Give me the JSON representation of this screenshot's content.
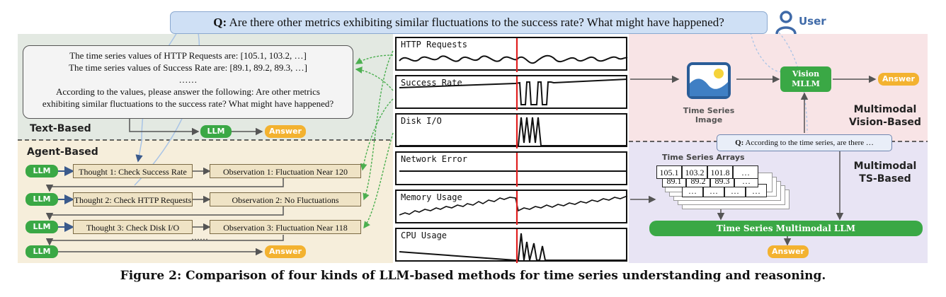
{
  "question": {
    "prefix": "Q:",
    "text": "Are there other metrics exhibiting similar fluctuations to the success rate? What might have happened?"
  },
  "user_label": "User",
  "text_based": {
    "title": "Text-Based",
    "prompt_lines": [
      "The time series values of HTTP Requests are: [105.1, 103.2, …]",
      "The time series values of Success Rate are: [89.1, 89.2, 89.3, …]",
      "……",
      "According to the values, please answer the following: Are other metrics",
      "exhibiting similar fluctuations to the success rate? What might have happened?"
    ],
    "llm": "LLM",
    "answer": "Answer"
  },
  "agent_based": {
    "title": "Agent-Based",
    "llm": "LLM",
    "answer": "Answer",
    "rows": [
      {
        "thought": "Thought 1: Check Success Rate",
        "observation": "Observation 1: Fluctuation Near 120"
      },
      {
        "thought": "Thought 2: Check HTTP Requests",
        "observation": "Observation 2: No Fluctuations"
      },
      {
        "thought": "Thought 3: Check Disk I/O",
        "observation": "Observation 3: Fluctuation Near 118"
      }
    ],
    "ellipsis": "……"
  },
  "charts": [
    "HTTP Requests",
    "Success Rate",
    "Disk I/O",
    "Network Error",
    "Memory Usage",
    "CPU Usage"
  ],
  "vision_based": {
    "title_line1": "Multimodal",
    "title_line2": "Vision-Based",
    "image_label": "Time Series Image",
    "mllm_line1": "Vision",
    "mllm_line2": "MLLM",
    "answer": "Answer"
  },
  "ts_based": {
    "title_line1": "Multimodal",
    "title_line2": "TS-Based",
    "arrays_label": "Time Series Arrays",
    "q_prefix": "Q:",
    "q_text": "According to the time series, are there …",
    "row1": [
      "105.1",
      "103.2",
      "101.8",
      "…"
    ],
    "row2": [
      "89.1",
      "89.2",
      "89.3",
      "…"
    ],
    "row3": [
      "…",
      "…",
      "…",
      "…"
    ],
    "tsmllm": "Time Series Multimodal LLM",
    "answer": "Answer"
  },
  "caption": "Figure 2: Comparison of four kinds of LLM-based methods for time series understanding and reasoning.",
  "colors": {
    "text_bg": "#e3e9e2",
    "agent_bg": "#f6eedb",
    "vision_bg": "#f8e4e6",
    "ts_bg": "#e8e4f4",
    "green": "#3aa845",
    "orange": "#f3b230",
    "red_line": "#e02020"
  }
}
